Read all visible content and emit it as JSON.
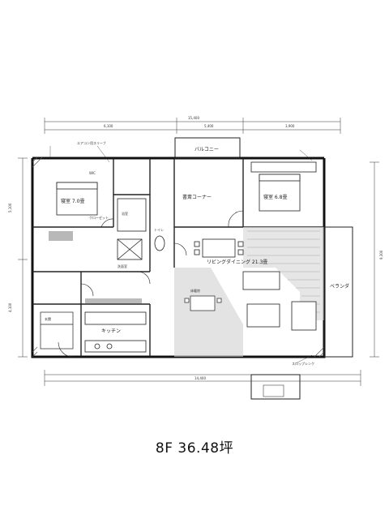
{
  "caption": "8F 36.48坪",
  "rooms": {
    "bedroom1": "寝室 7.0畳",
    "bedroom2": "寝室 6.8畳",
    "study": "書斎コーナー",
    "living": "リビングダイニング 21.3畳",
    "kitchen": "キッチン",
    "balcony_top": "バルコニー",
    "veranda_right": "ベランダ",
    "wic": "WIC",
    "closet": "クローゼット",
    "entrance": "玄関",
    "toilet": "トイレ",
    "washroom": "洗面室",
    "bath": "浴室"
  },
  "dimensions": {
    "top_total": "15,400",
    "top_a": "6,100",
    "top_b": "5,400",
    "top_c": "3,900",
    "bottom_total": "14,400",
    "left_a": "5,100",
    "left_b": "4,100",
    "right_a": "9,300"
  },
  "notes": {
    "n1": "エアコン用スリーブ",
    "n2": "スロップシンク",
    "n3": "床暖房"
  }
}
